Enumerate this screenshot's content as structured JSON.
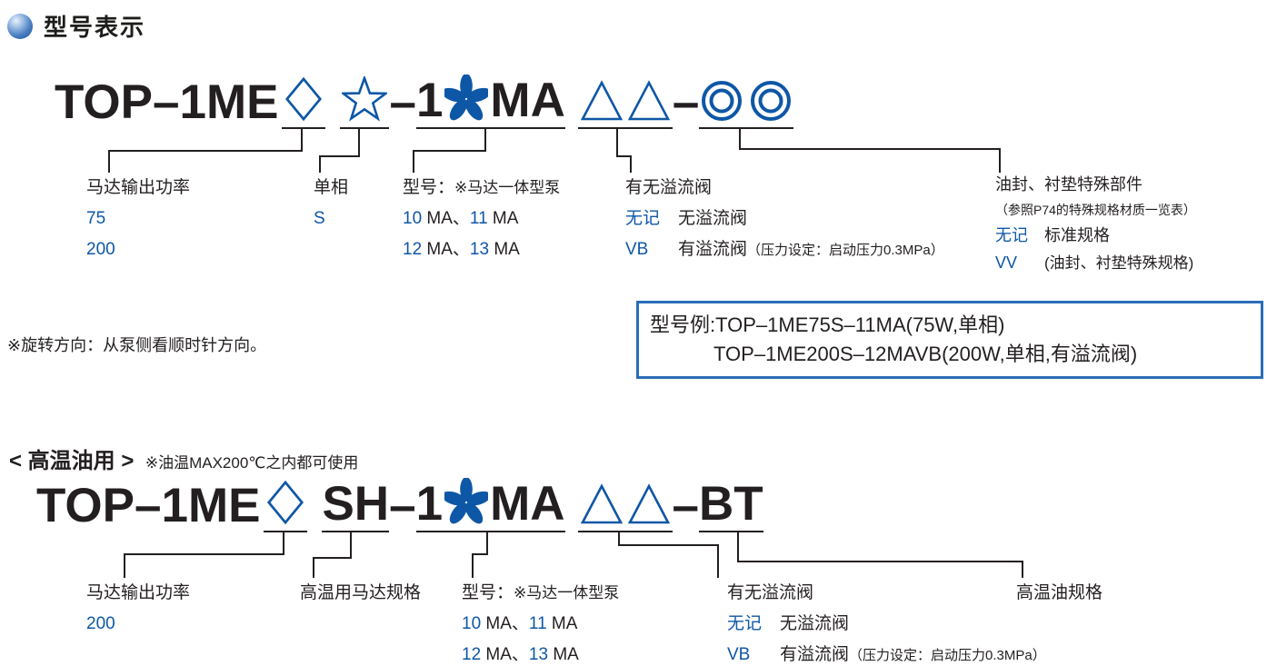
{
  "colors": {
    "accent": "#0e57a6",
    "ink": "#231f20",
    "example_box_border": "#2a6db8"
  },
  "title": "型号表示",
  "s1": {
    "code": {
      "prefix": "TOP–1ME",
      "dash": "–",
      "one": "1",
      "ma": "MA"
    },
    "col1": {
      "header": "马达输出功率",
      "values": [
        "75",
        "200"
      ]
    },
    "col2": {
      "header": "单相",
      "values": [
        "S"
      ]
    },
    "col3": {
      "header": "型号：",
      "header_note": "※马达一体型泵",
      "rows": [
        {
          "n1": "10",
          "t1": " MA、",
          "n2": "11",
          "t2": " MA"
        },
        {
          "n1": "12",
          "t1": " MA、",
          "n2": "13",
          "t2": " MA"
        }
      ]
    },
    "col4": {
      "header": "有无溢流阀",
      "rows": [
        {
          "key": "无记",
          "desc": "无溢流阀",
          "note": ""
        },
        {
          "key": "VB",
          "desc": "有溢流阀",
          "note": "（压力设定：启动压力0.3MPa）"
        }
      ]
    },
    "col5": {
      "header": "油封、衬垫特殊部件",
      "subnote": "（参照P74的特殊规格材质一览表）",
      "rows": [
        {
          "key": "无记",
          "desc": "标准规格"
        },
        {
          "key": "VV",
          "desc": "(油封、衬垫特殊规格)"
        }
      ]
    },
    "rotation_note": "※旋转方向：从泵侧看顺时针方向。",
    "example_box": {
      "line1": "型号例:TOP–1ME75S–11MA(75W,单相)",
      "line2": "TOP–1ME200S–12MAVB(200W,单相,有溢流阀)"
    }
  },
  "s2": {
    "heading": "< 高温油用 >",
    "heading_note": "※油温MAX200℃之内都可使用",
    "code": {
      "prefix": "TOP–1ME",
      "sh": "SH",
      "dash": "–",
      "one": "1",
      "ma": "MA",
      "bt": "BT"
    },
    "col1": {
      "header": "马达输出功率",
      "values": [
        "200"
      ]
    },
    "col2": {
      "header": "高温用马达规格"
    },
    "col3": {
      "header": "型号：",
      "header_note": "※马达一体型泵",
      "rows": [
        {
          "n1": "10",
          "t1": " MA、",
          "n2": "11",
          "t2": " MA"
        },
        {
          "n1": "12",
          "t1": " MA、",
          "n2": "13",
          "t2": " MA"
        }
      ]
    },
    "col4": {
      "header": "有无溢流阀",
      "rows": [
        {
          "key": "无记",
          "desc": "无溢流阀",
          "note": ""
        },
        {
          "key": "VB",
          "desc": "有溢流阀",
          "note": "（压力设定：启动压力0.3MPa）"
        }
      ]
    },
    "col5": {
      "header": "高温油规格"
    }
  }
}
